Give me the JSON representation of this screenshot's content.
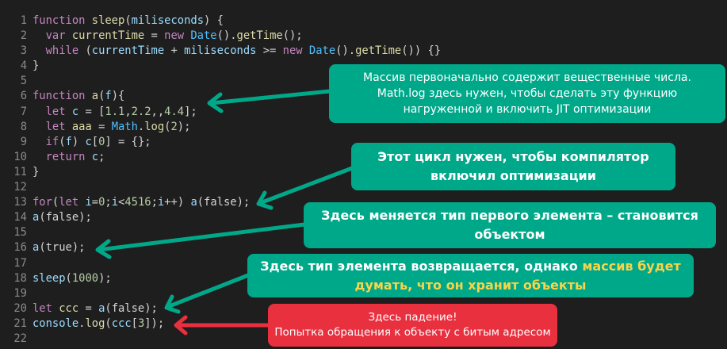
{
  "code_lines": [
    {
      "n": "1",
      "t": [
        [
          "kw",
          "function "
        ],
        [
          "id",
          "sleep"
        ],
        [
          "p",
          "("
        ],
        [
          "fn",
          "miliseconds"
        ],
        [
          "p",
          ") {"
        ]
      ]
    },
    {
      "n": "2",
      "t": [
        [
          "kw",
          "  var "
        ],
        [
          "id",
          "currentTime"
        ],
        [
          "p",
          " = "
        ],
        [
          "kw",
          "new "
        ],
        [
          "cls",
          "Date"
        ],
        [
          "p",
          "()."
        ],
        [
          "id",
          "getTime"
        ],
        [
          "p",
          "();"
        ]
      ]
    },
    {
      "n": "3",
      "t": [
        [
          "kw",
          "  while "
        ],
        [
          "p",
          "("
        ],
        [
          "fn",
          "currentTime"
        ],
        [
          "p",
          " + "
        ],
        [
          "fn",
          "miliseconds"
        ],
        [
          "p",
          " >= "
        ],
        [
          "kw",
          "new "
        ],
        [
          "cls",
          "Date"
        ],
        [
          "p",
          "()."
        ],
        [
          "id",
          "getTime"
        ],
        [
          "p",
          "()) {}"
        ]
      ]
    },
    {
      "n": "4",
      "t": [
        [
          "p",
          "}"
        ]
      ]
    },
    {
      "n": "5",
      "t": []
    },
    {
      "n": "6",
      "t": [
        [
          "kw",
          "function "
        ],
        [
          "id",
          "a"
        ],
        [
          "p",
          "("
        ],
        [
          "fn",
          "f"
        ],
        [
          "p",
          "){"
        ]
      ]
    },
    {
      "n": "7",
      "t": [
        [
          "kw",
          "  let "
        ],
        [
          "fn",
          "c"
        ],
        [
          "p",
          " = ["
        ],
        [
          "num",
          "1.1"
        ],
        [
          "p",
          ","
        ],
        [
          "num",
          "2.2"
        ],
        [
          "p",
          ",,"
        ],
        [
          "num",
          "4.4"
        ],
        [
          "p",
          "];"
        ]
      ]
    },
    {
      "n": "8",
      "t": [
        [
          "kw",
          "  let "
        ],
        [
          "id",
          "aaa"
        ],
        [
          "p",
          " = "
        ],
        [
          "cls",
          "Math"
        ],
        [
          "p",
          "."
        ],
        [
          "id",
          "log"
        ],
        [
          "p",
          "("
        ],
        [
          "num",
          "2"
        ],
        [
          "p",
          ");"
        ]
      ]
    },
    {
      "n": "9",
      "t": [
        [
          "kw",
          "  if"
        ],
        [
          "p",
          "("
        ],
        [
          "fn",
          "f"
        ],
        [
          "p",
          ") "
        ],
        [
          "fn",
          "c"
        ],
        [
          "p",
          "["
        ],
        [
          "num",
          "0"
        ],
        [
          "p",
          "] = {};"
        ]
      ]
    },
    {
      "n": "10",
      "t": [
        [
          "kw",
          "  return "
        ],
        [
          "fn",
          "c"
        ],
        [
          "p",
          ";"
        ]
      ]
    },
    {
      "n": "11",
      "t": [
        [
          "p",
          "}"
        ]
      ]
    },
    {
      "n": "12",
      "t": []
    },
    {
      "n": "13",
      "t": [
        [
          "kw",
          "for"
        ],
        [
          "p",
          "("
        ],
        [
          "kw",
          "let "
        ],
        [
          "fn",
          "i"
        ],
        [
          "p",
          "="
        ],
        [
          "num",
          "0"
        ],
        [
          "p",
          ";"
        ],
        [
          "fn",
          "i"
        ],
        [
          "p",
          "<"
        ],
        [
          "num",
          "4516"
        ],
        [
          "p",
          ";"
        ],
        [
          "fn",
          "i"
        ],
        [
          "p",
          "++) "
        ],
        [
          "fn",
          "a"
        ],
        [
          "p",
          "(false);"
        ]
      ]
    },
    {
      "n": "14",
      "t": [
        [
          "fn",
          "a"
        ],
        [
          "p",
          "(false);"
        ]
      ]
    },
    {
      "n": "15",
      "t": []
    },
    {
      "n": "16",
      "t": [
        [
          "fn",
          "a"
        ],
        [
          "p",
          "(true);"
        ]
      ]
    },
    {
      "n": "17",
      "t": []
    },
    {
      "n": "18",
      "t": [
        [
          "fn",
          "sleep"
        ],
        [
          "p",
          "("
        ],
        [
          "num",
          "1000"
        ],
        [
          "p",
          ");"
        ]
      ]
    },
    {
      "n": "19",
      "t": []
    },
    {
      "n": "20",
      "t": [
        [
          "kw",
          "let "
        ],
        [
          "id",
          "ccc"
        ],
        [
          "p",
          " = "
        ],
        [
          "fn",
          "a"
        ],
        [
          "p",
          "(false);"
        ]
      ]
    },
    {
      "n": "21",
      "t": [
        [
          "fn",
          "console"
        ],
        [
          "p",
          "."
        ],
        [
          "id",
          "log"
        ],
        [
          "p",
          "("
        ],
        [
          "fn",
          "ccc"
        ],
        [
          "p",
          "["
        ],
        [
          "num",
          "3"
        ],
        [
          "p",
          "]);"
        ]
      ]
    },
    {
      "n": "22",
      "t": []
    }
  ],
  "callouts": {
    "c1": [
      "Массив первоначально содержит вещественные числа.",
      "Math.log здесь нужен, чтобы сделать эту функцию",
      "нагруженной и включить JIT оптимизации"
    ],
    "c2": [
      "Этот цикл нужен, чтобы компилятор",
      "включил оптимизации"
    ],
    "c3": [
      "Здесь меняется тип первого элемента – становится",
      "объектом"
    ],
    "c4": {
      "plain": "Здесь тип элемента возвращается, однако ",
      "highlight1": "массив будет",
      "highlight2": "думать, что он хранит объекты"
    },
    "c5": [
      "Здесь падение!",
      "Попытка обращения к объекту с битым адресом"
    ]
  },
  "colors": {
    "teal": "#00a88a",
    "red": "#e8303f",
    "highlight": "#f7d54a",
    "background": "#1e1e1e"
  }
}
